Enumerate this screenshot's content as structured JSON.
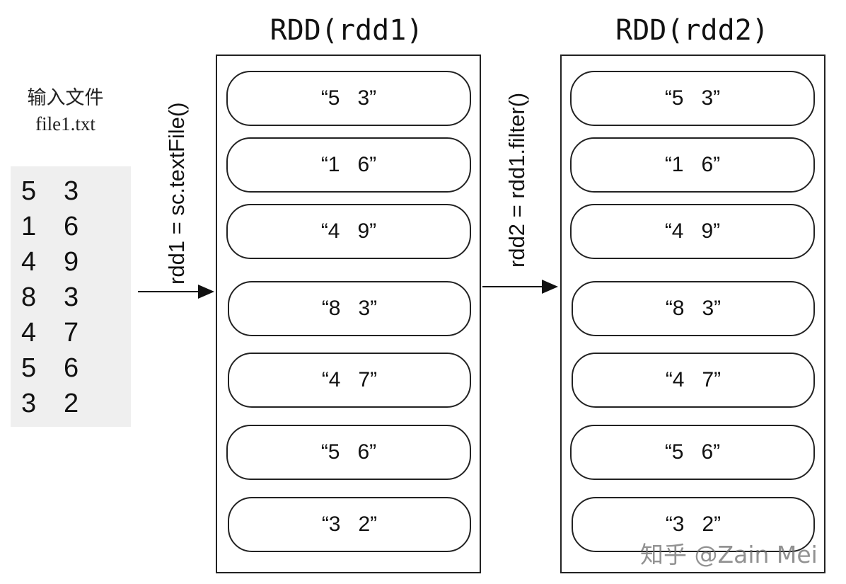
{
  "input": {
    "title": "输入文件",
    "filename": "file1.txt",
    "lines": [
      [
        "5",
        "3"
      ],
      [
        "1",
        "6"
      ],
      [
        "4",
        "9"
      ],
      [
        "8",
        "3"
      ],
      [
        "4",
        "7"
      ],
      [
        "5",
        "6"
      ],
      [
        "3",
        "2"
      ]
    ]
  },
  "transforms": {
    "textfile": "rdd1 = sc.textFile()",
    "filter": "rdd2 = rdd1.filter()"
  },
  "rdd1": {
    "title": "RDD(rdd1)",
    "partitions": [
      "“5   3”",
      "“1   6”",
      "“4   9”",
      "“8   3”",
      "“4   7”",
      "“5   6”",
      "“3   2”"
    ]
  },
  "rdd2": {
    "title": "RDD(rdd2)",
    "partitions": [
      "“5   3”",
      "“1   6”",
      "“4   9”",
      "“8   3”",
      "“4   7”",
      "“5   6”",
      "“3   2”"
    ]
  },
  "watermark": "知乎 @Zain Mei"
}
